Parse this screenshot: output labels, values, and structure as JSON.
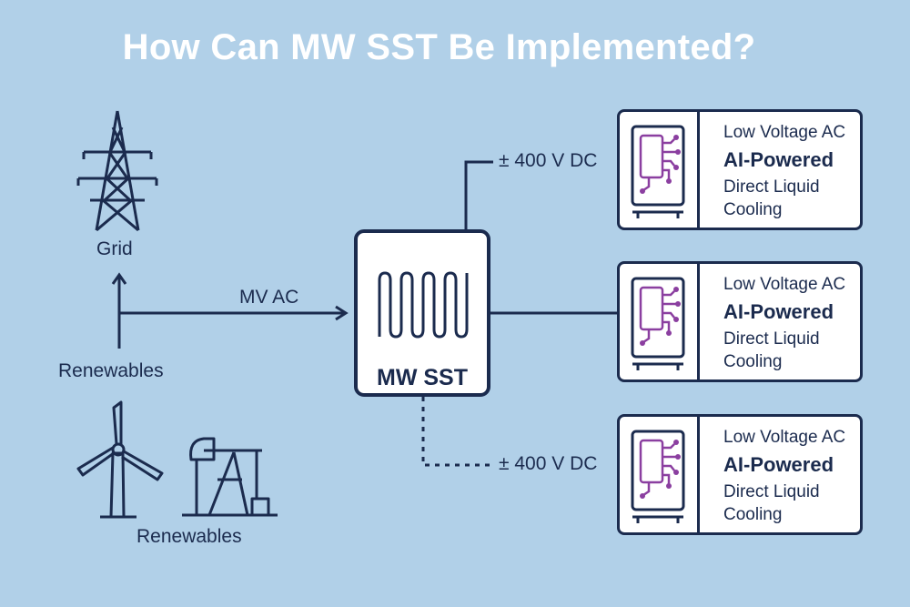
{
  "title": "How Can MW SST Be Implemented?",
  "labels": {
    "grid": "Grid",
    "renewables_upper": "Renewables",
    "renewables_lower": "Renewables",
    "mv_ac": "MV AC",
    "dc_top": "± 400 V DC",
    "dc_bottom": "± 400 V DC"
  },
  "sst": {
    "label": "MW SST"
  },
  "racks": [
    {
      "line1": "Low Voltage AC",
      "line2": "AI-Powered",
      "line3": "Direct Liquid",
      "line4": "Cooling"
    },
    {
      "line1": "Low Voltage AC",
      "line2": "AI-Powered",
      "line3": "Direct Liquid",
      "line4": "Cooling"
    },
    {
      "line1": "Low Voltage AC",
      "line2": "AI-Powered",
      "line3": "Direct Liquid",
      "line4": "Cooling"
    }
  ],
  "colors": {
    "background": "#b1d0e8",
    "line": "#1b2b4e",
    "circuit": "#8b3fa0",
    "title": "#ffffff"
  },
  "icons": [
    "transmission-tower-icon",
    "wind-turbine-icon",
    "pumpjack-icon",
    "transformer-coil-icon",
    "circuit-chip-icon"
  ]
}
